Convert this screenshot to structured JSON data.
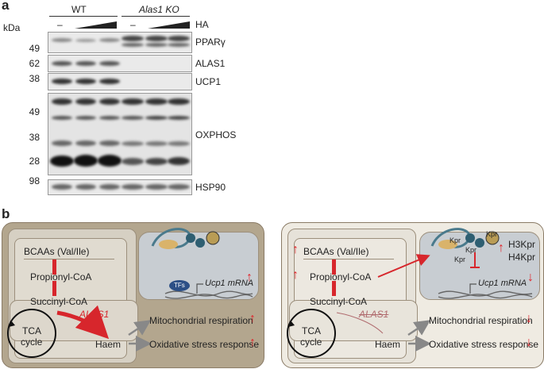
{
  "panel_a": {
    "label": "a",
    "kda_label": "kDa",
    "groups": [
      "WT",
      "Alas1 KO"
    ],
    "minus_labels": [
      "–",
      "–"
    ],
    "treatment_label": "HA",
    "blots": [
      {
        "name": "PPARγ",
        "marker": "49"
      },
      {
        "name": "ALAS1",
        "marker": "62"
      },
      {
        "name": "UCP1",
        "marker": "38"
      },
      {
        "name": "OXPHOS",
        "markers": [
          "49",
          "38",
          "28"
        ]
      },
      {
        "name": "HSP90",
        "marker": "98"
      }
    ]
  },
  "panel_b": {
    "label": "b",
    "left": {
      "bcaa": "BCAAs (Val/Ile)",
      "propionyl": "Propionyl-CoA",
      "succinyl": "Succinyl-CoA",
      "alas1": "ALAS1",
      "tca": "TCA\ncycle",
      "tca_line1": "TCA",
      "tca_line2": "cycle",
      "haem": "Haem",
      "mito": "Mitochondrial respiration",
      "oxid": "Oxidative stress response",
      "tfs": "TFs",
      "ucp1_mrna": "Ucp1 mRNA"
    },
    "right": {
      "bcaa": "BCAAs (Val/Ile)",
      "propionyl": "Propionyl-CoA",
      "succinyl": "Succinyl-CoA",
      "alas1": "ALAS1",
      "tca_line1": "TCA",
      "tca_line2": "cycle",
      "haem": "Haem",
      "mito": "Mitochondrial respiration",
      "oxid": "Oxidative stress response",
      "kpr": "Kpr",
      "h3kpr": "H3Kpr",
      "h4kpr": "H4Kpr",
      "ucp1_mrna": "Ucp1 mRNA"
    },
    "colors": {
      "left_bg": "#b3a68e",
      "right_bg": "#efebe2",
      "inner_bg": "#d9d4c9",
      "red": "#d7262c",
      "nucleus": "#c8cdd2"
    }
  }
}
